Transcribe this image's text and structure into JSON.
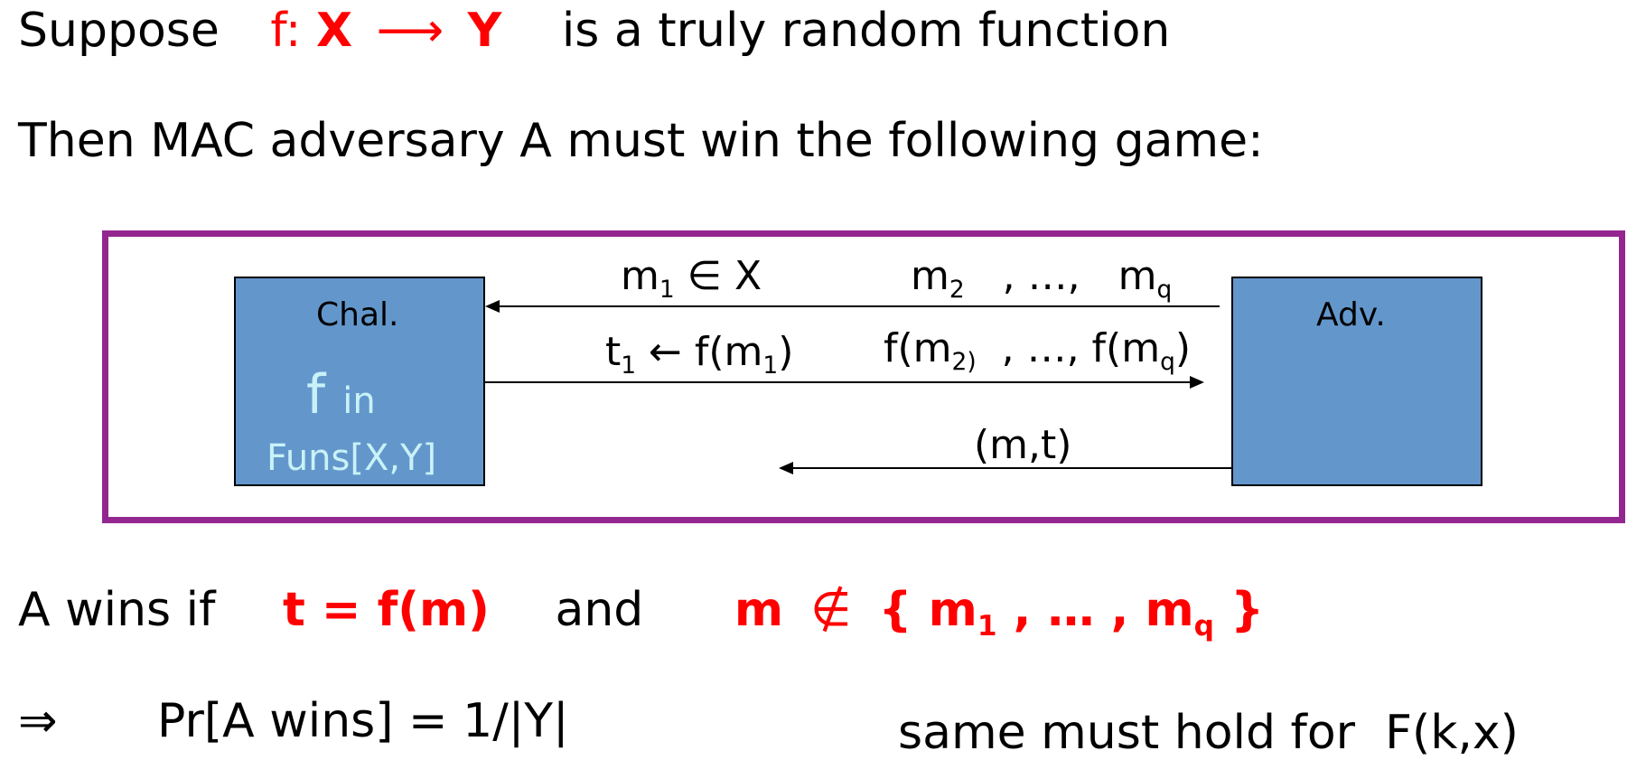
{
  "line1": {
    "prefix": "Suppose",
    "f_label": "f:",
    "domain": "X",
    "arrow": "⟶",
    "codomain": "Y",
    "suffix": "is a truly random function"
  },
  "line2": {
    "text": "Then MAC adversary A must win the following game:"
  },
  "diagram": {
    "challenger": {
      "title": "Chal.",
      "f": "f",
      "in": "in",
      "funs": "Funs[X,Y]"
    },
    "adversary": {
      "title": "Adv."
    },
    "query1": {
      "m": "m",
      "sub": "1",
      "rest": " ∈ X"
    },
    "queries_rest": {
      "m2": "m",
      "sub2": "2",
      "mid": "   , …,   ",
      "mq": "m",
      "subq": "q"
    },
    "response1": {
      "t": "t",
      "sub": "1",
      "mid": " ← f(m",
      "sub2": "1",
      "close": ")"
    },
    "responses_rest": {
      "f_m2": "f(m",
      "sub2": "2)",
      "mid": "  , …, f(m",
      "subq": "q",
      "close": ")"
    },
    "forgery": "(m,t)",
    "colors": {
      "frame": "#93278f",
      "box_fill": "#6397cc",
      "light_text": "#c8f2f7"
    }
  },
  "line4": {
    "prefix": "A wins if",
    "cond1": "t = f(m)",
    "and": "and",
    "m": "m",
    "notin": "∉",
    "set_open": "{ m",
    "sub1": "1",
    "set_mid": " , … , m",
    "subq": "q",
    "set_close": " }"
  },
  "line5": {
    "implies": "⇒",
    "prob": "Pr[A wins] = 1/|Y|",
    "note": "same must hold for  F(k,x)"
  },
  "colors": {
    "accent": "#ff0000"
  }
}
